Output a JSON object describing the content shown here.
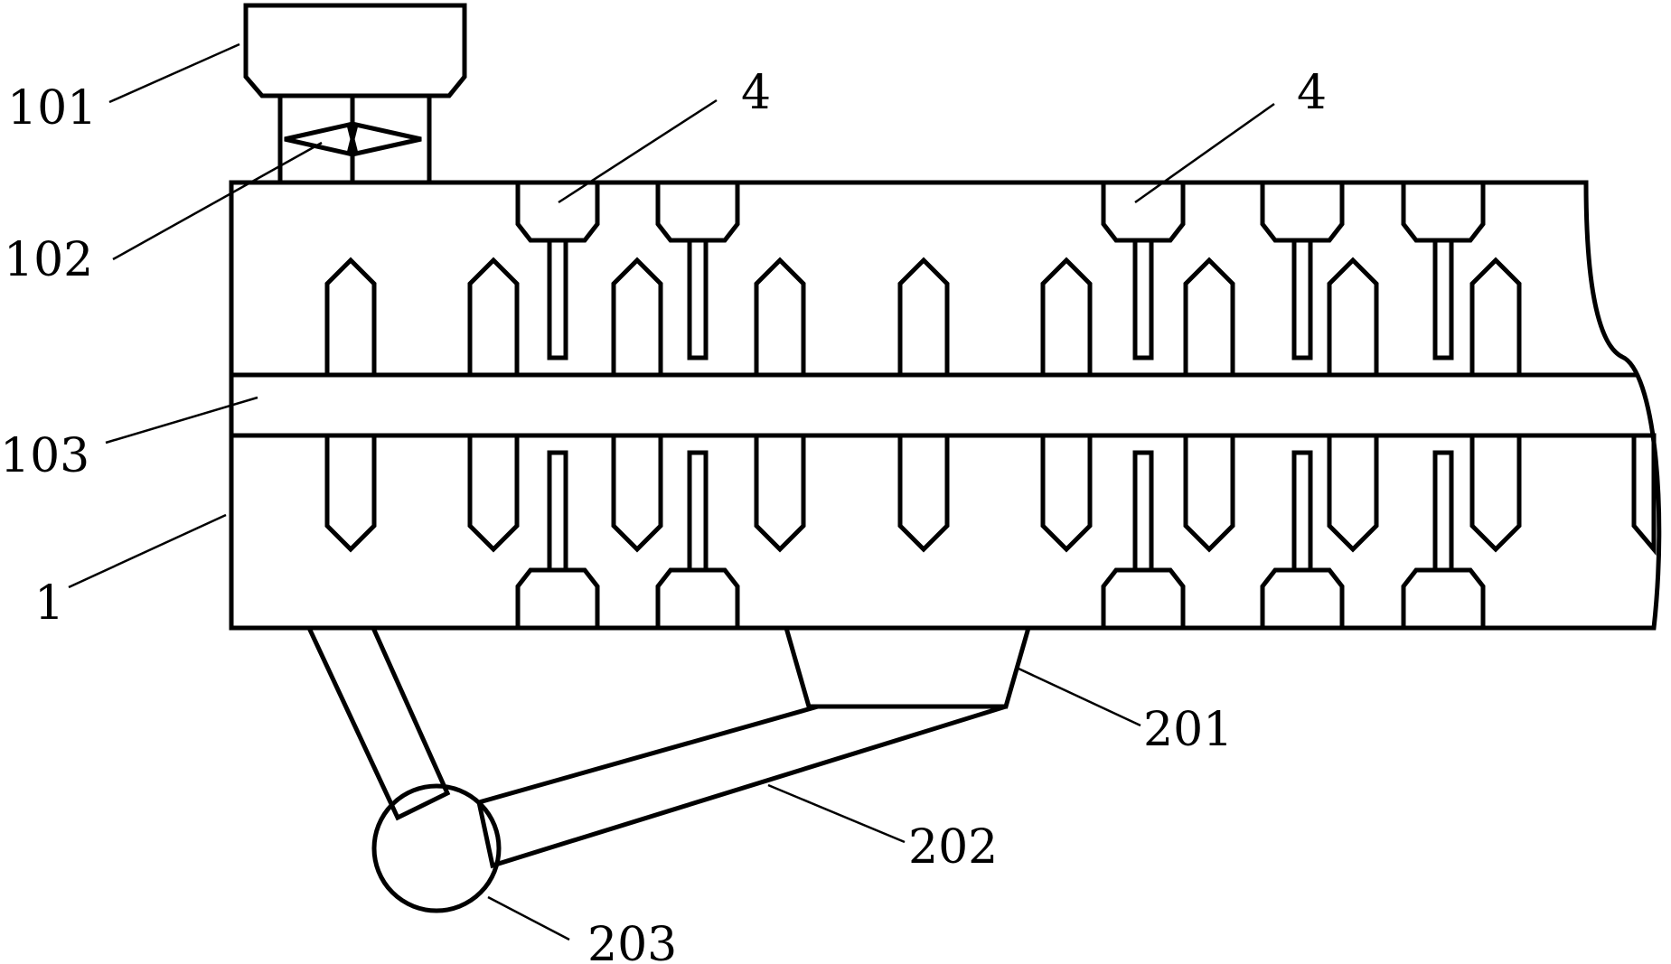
{
  "colors": {
    "stroke": "#000000",
    "background": "#ffffff"
  },
  "labels": {
    "l101": "101",
    "l102": "102",
    "l103": "103",
    "l1": "1",
    "l4a": "4",
    "l4b": "4",
    "l201": "201",
    "l202": "202",
    "l203": "203"
  }
}
